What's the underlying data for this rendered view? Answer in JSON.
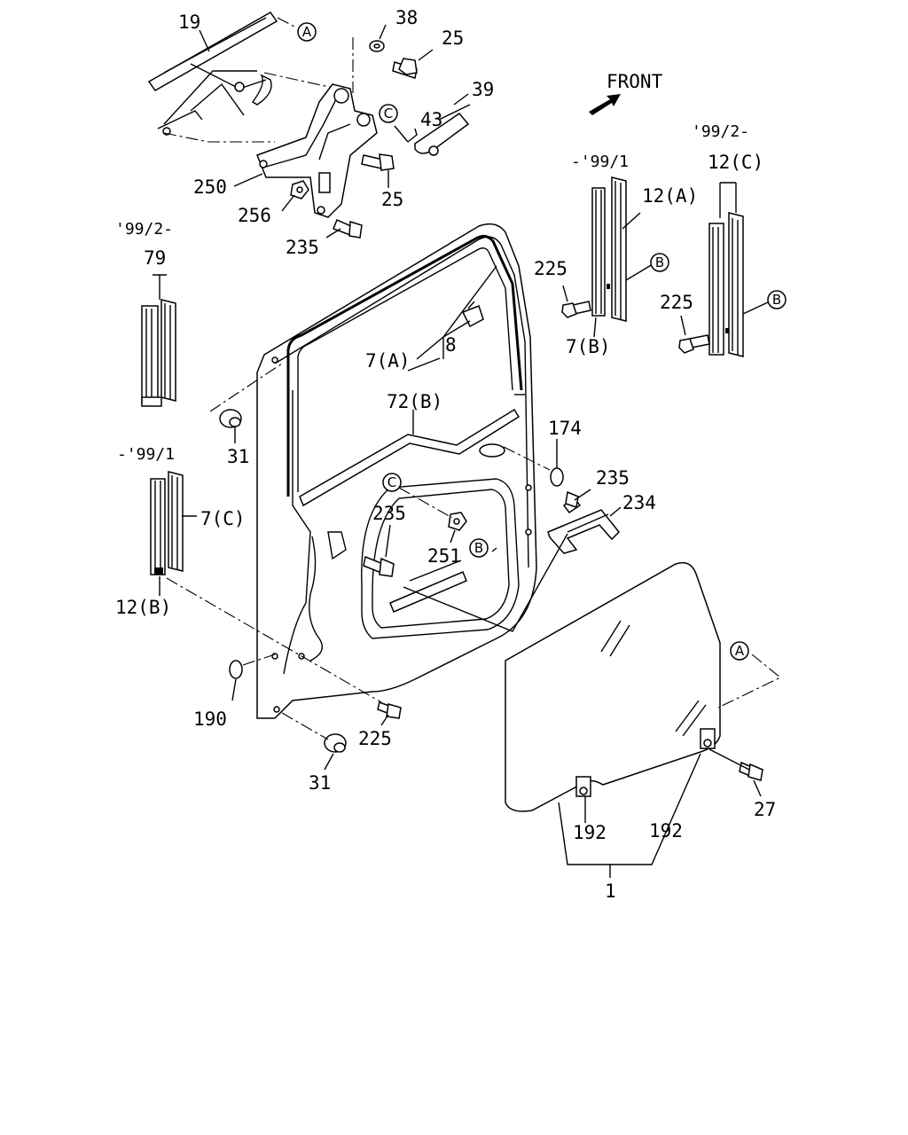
{
  "front_label": "FRONT",
  "callouts": {
    "c1": "1",
    "c7a": "7(A)",
    "c7b": "7(B)",
    "c7c": "7(C)",
    "c8": "8",
    "c12a": "12(A)",
    "c12b": "12(B)",
    "c12c": "12(C)",
    "c19": "19",
    "c25a": "25",
    "c25b": "25",
    "c27": "27",
    "c31a": "31",
    "c31b": "31",
    "c38": "38",
    "c39": "39",
    "c43": "43",
    "c72b": "72(B)",
    "c79": "79",
    "c174": "174",
    "c190": "190",
    "c192a": "192",
    "c192b": "192",
    "c225a": "225",
    "c225b": "225",
    "c225c": "225",
    "c234": "234",
    "c235a": "235",
    "c235b": "235",
    "c235c": "235",
    "c250": "250",
    "c251": "251",
    "c256": "256"
  },
  "date_notes": {
    "n_79": "'99/2-",
    "n_7c": "-'99/1",
    "n_12a": "-'99/1",
    "n_12c": "'99/2-"
  },
  "refs": {
    "A": "A",
    "B": "B",
    "C": "C"
  }
}
